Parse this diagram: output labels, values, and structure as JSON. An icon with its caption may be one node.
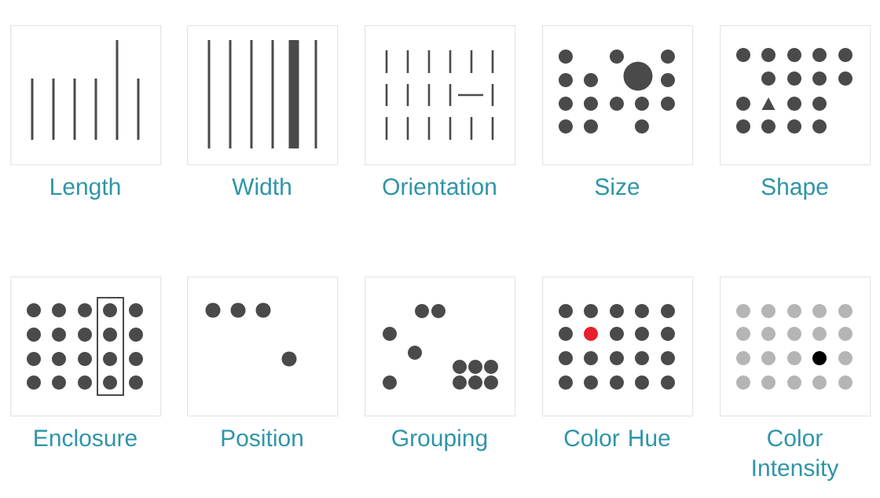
{
  "diagram": {
    "nodes": [
      {
        "text": [
          "Length"
        ]
      },
      {
        "text": [
          "Width"
        ]
      },
      {
        "text": [
          "Orientation"
        ]
      },
      {
        "text": [
          "Size"
        ]
      },
      {
        "text": [
          "Shape"
        ]
      },
      {
        "text": [
          "Enclosure"
        ]
      },
      {
        "text": [
          "Position"
        ]
      },
      {
        "text": [
          "Grouping"
        ]
      },
      {
        "text": [
          "Color Hue"
        ]
      },
      {
        "text": [
          "Color Intensity"
        ]
      }
    ]
  }
}
